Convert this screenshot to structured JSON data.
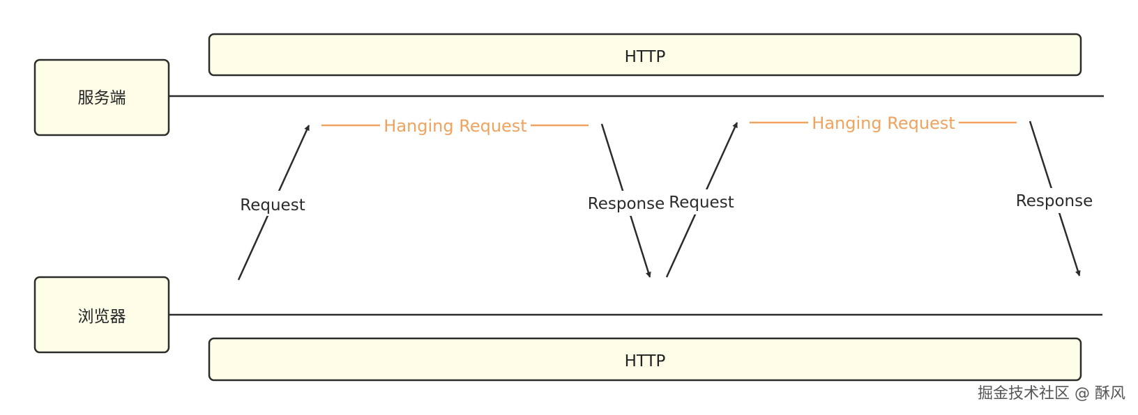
{
  "diagram": {
    "top_protocol": "HTTP",
    "bottom_protocol": "HTTP",
    "server_label": "服务端",
    "browser_label": "浏览器",
    "cycles": [
      {
        "request_label": "Request",
        "hanging_label": "Hanging Request",
        "response_label": "Response"
      },
      {
        "request_label": "Request",
        "hanging_label": "Hanging Request",
        "response_label": "Response"
      }
    ]
  },
  "watermark": "掘金技术社区 @ 酥风",
  "colors": {
    "box_fill": "#fefee8",
    "line": "#2b2b2b",
    "hanging": "#f0a35e"
  }
}
